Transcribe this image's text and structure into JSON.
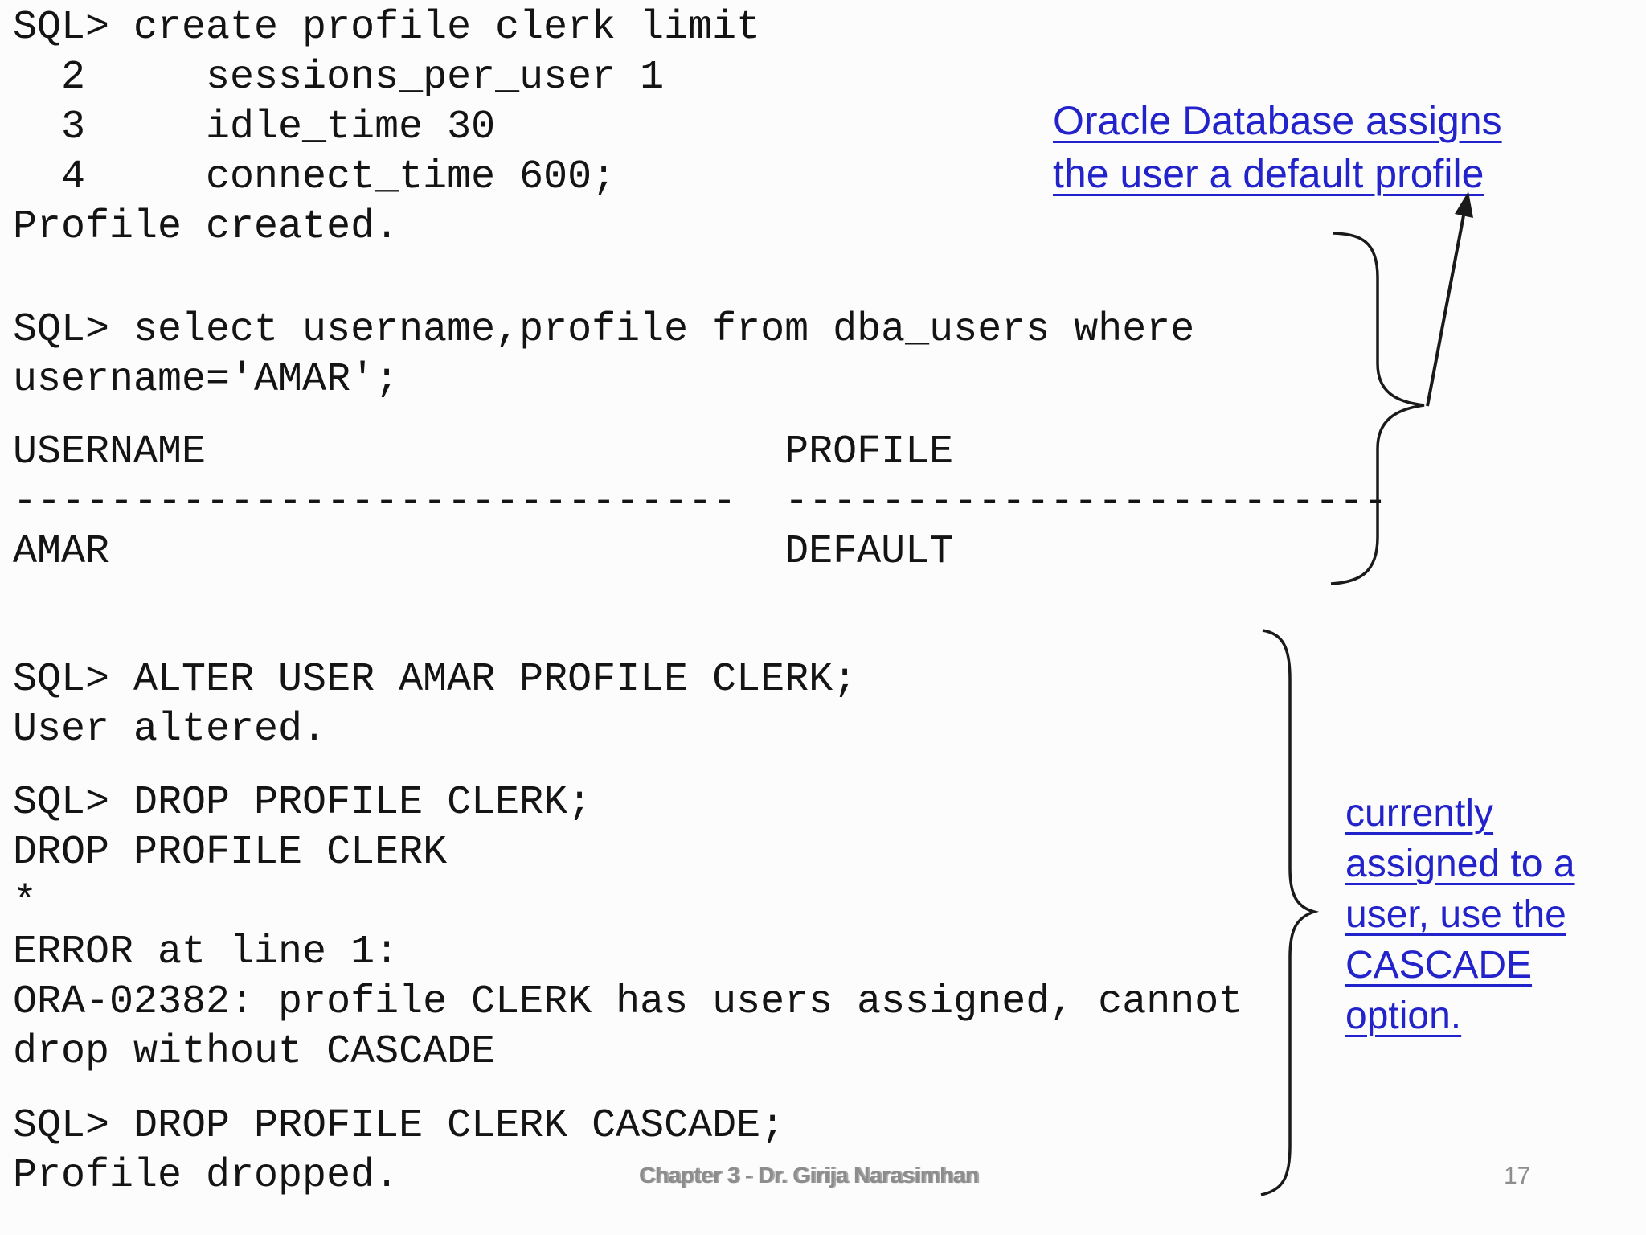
{
  "slide": {
    "terminal": {
      "create_block": "SQL> create profile clerk limit\n  2     sessions_per_user 1\n  3     idle_time 30\n  4     connect_time 600;\nProfile created.",
      "select_block": "SQL> select username,profile from dba_users where\nusername='AMAR';",
      "result_block": "USERNAME                        PROFILE\n------------------------------  -------------------------\nAMAR                            DEFAULT",
      "alter_block": "SQL> ALTER USER AMAR PROFILE CLERK;\nUser altered.",
      "drop_error_block": "SQL> DROP PROFILE CLERK;\nDROP PROFILE CLERK\n*\nERROR at line 1:\nORA-02382: profile CLERK has users assigned, cannot\ndrop without CASCADE",
      "drop_cascade_block": "SQL> DROP PROFILE CLERK CASCADE;\nProfile dropped."
    },
    "annotations": {
      "note1": "Oracle Database assigns\nthe user a default profile",
      "note2": "currently\nassigned to a\nuser, use the\nCASCADE\noption."
    },
    "footer": {
      "chapter": "Chapter 3 - Dr. Girija Narasimhan",
      "page": "17"
    },
    "colors": {
      "annotation_blue": "#2323cb",
      "terminal_text": "#141414",
      "footer_gray": "#8d8d8d"
    }
  }
}
